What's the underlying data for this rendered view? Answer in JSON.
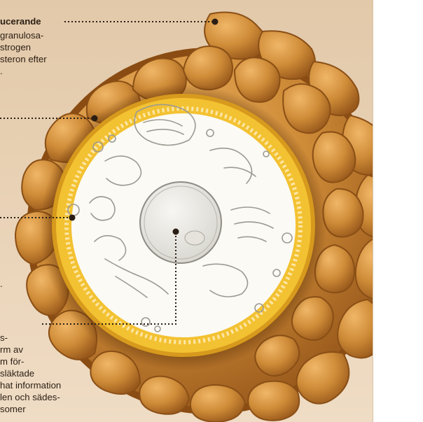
{
  "labels": {
    "top": {
      "title": "ucerande",
      "lines": [
        "granulosa-",
        "strogen",
        "steron efter",
        "."
      ]
    },
    "lower": {
      "lines": [
        "s-",
        "rm av",
        "m för-",
        "släktade",
        "hat information",
        "len och sädes-",
        "somer"
      ]
    },
    "mid_fragment": "."
  },
  "colors": {
    "background": "#e7cfb2",
    "granulosa_cells": "#c8862f",
    "zona_pellucida": "#f2c12e",
    "cytoplasm": "#fbf9f4",
    "leader_line": "#2a1e14"
  }
}
